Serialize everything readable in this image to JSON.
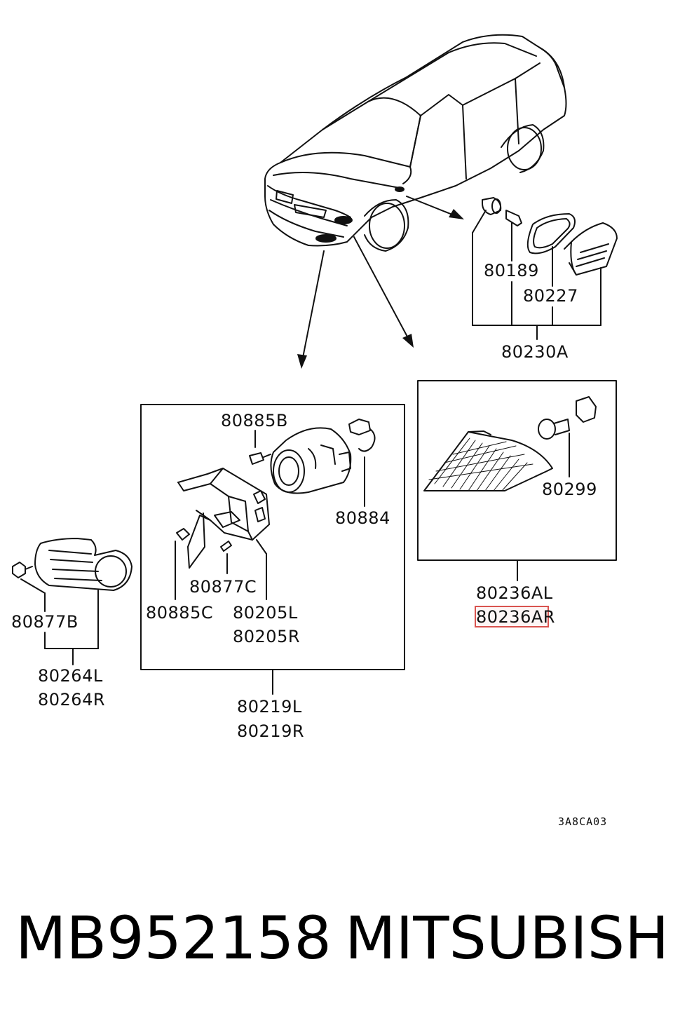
{
  "parts": {
    "p80189": "80189",
    "p80227": "80227",
    "p80230A": "80230A",
    "p80885B": "80885B",
    "p80884": "80884",
    "p80877C": "80877C",
    "p80885C": "80885C",
    "p80205L": "80205L",
    "p80205R": "80205R",
    "p80877B": "80877B",
    "p80264L": "80264L",
    "p80264R": "80264R",
    "p80219L": "80219L",
    "p80219R": "80219R",
    "p80299": "80299",
    "p80236AL": "80236AL",
    "p80236AR": "80236AR"
  },
  "diagram_code": "3A8CA03",
  "footer": {
    "part_number": "MB952158",
    "brand": "MITSUBISHI"
  },
  "highlight_color": "#d9534f"
}
